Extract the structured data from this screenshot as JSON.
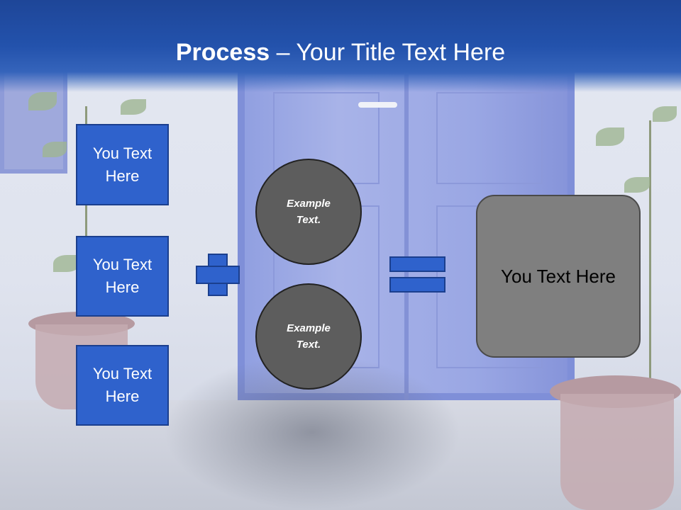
{
  "slide": {
    "title_bold": "Process",
    "title_dash": " – ",
    "title_rest": "Your Title Text Here",
    "left_boxes": [
      {
        "line1": "You Text",
        "line2": "Here"
      },
      {
        "line1": "You Text",
        "line2": "Here"
      },
      {
        "line1": "You Text",
        "line2": "Here"
      }
    ],
    "circles": [
      {
        "line1": "Example",
        "line2": "Text."
      },
      {
        "line1": "Example",
        "line2": "Text."
      }
    ],
    "result_text": "You Text Here",
    "plus_symbol_icon": "plus-icon",
    "equals_symbol_icon": "equals-icon",
    "colors": {
      "header": "#2352ac",
      "box_fill": "#2f62cc",
      "circle_fill": "#5d5d5d",
      "result_fill": "#7f7f7f"
    }
  }
}
